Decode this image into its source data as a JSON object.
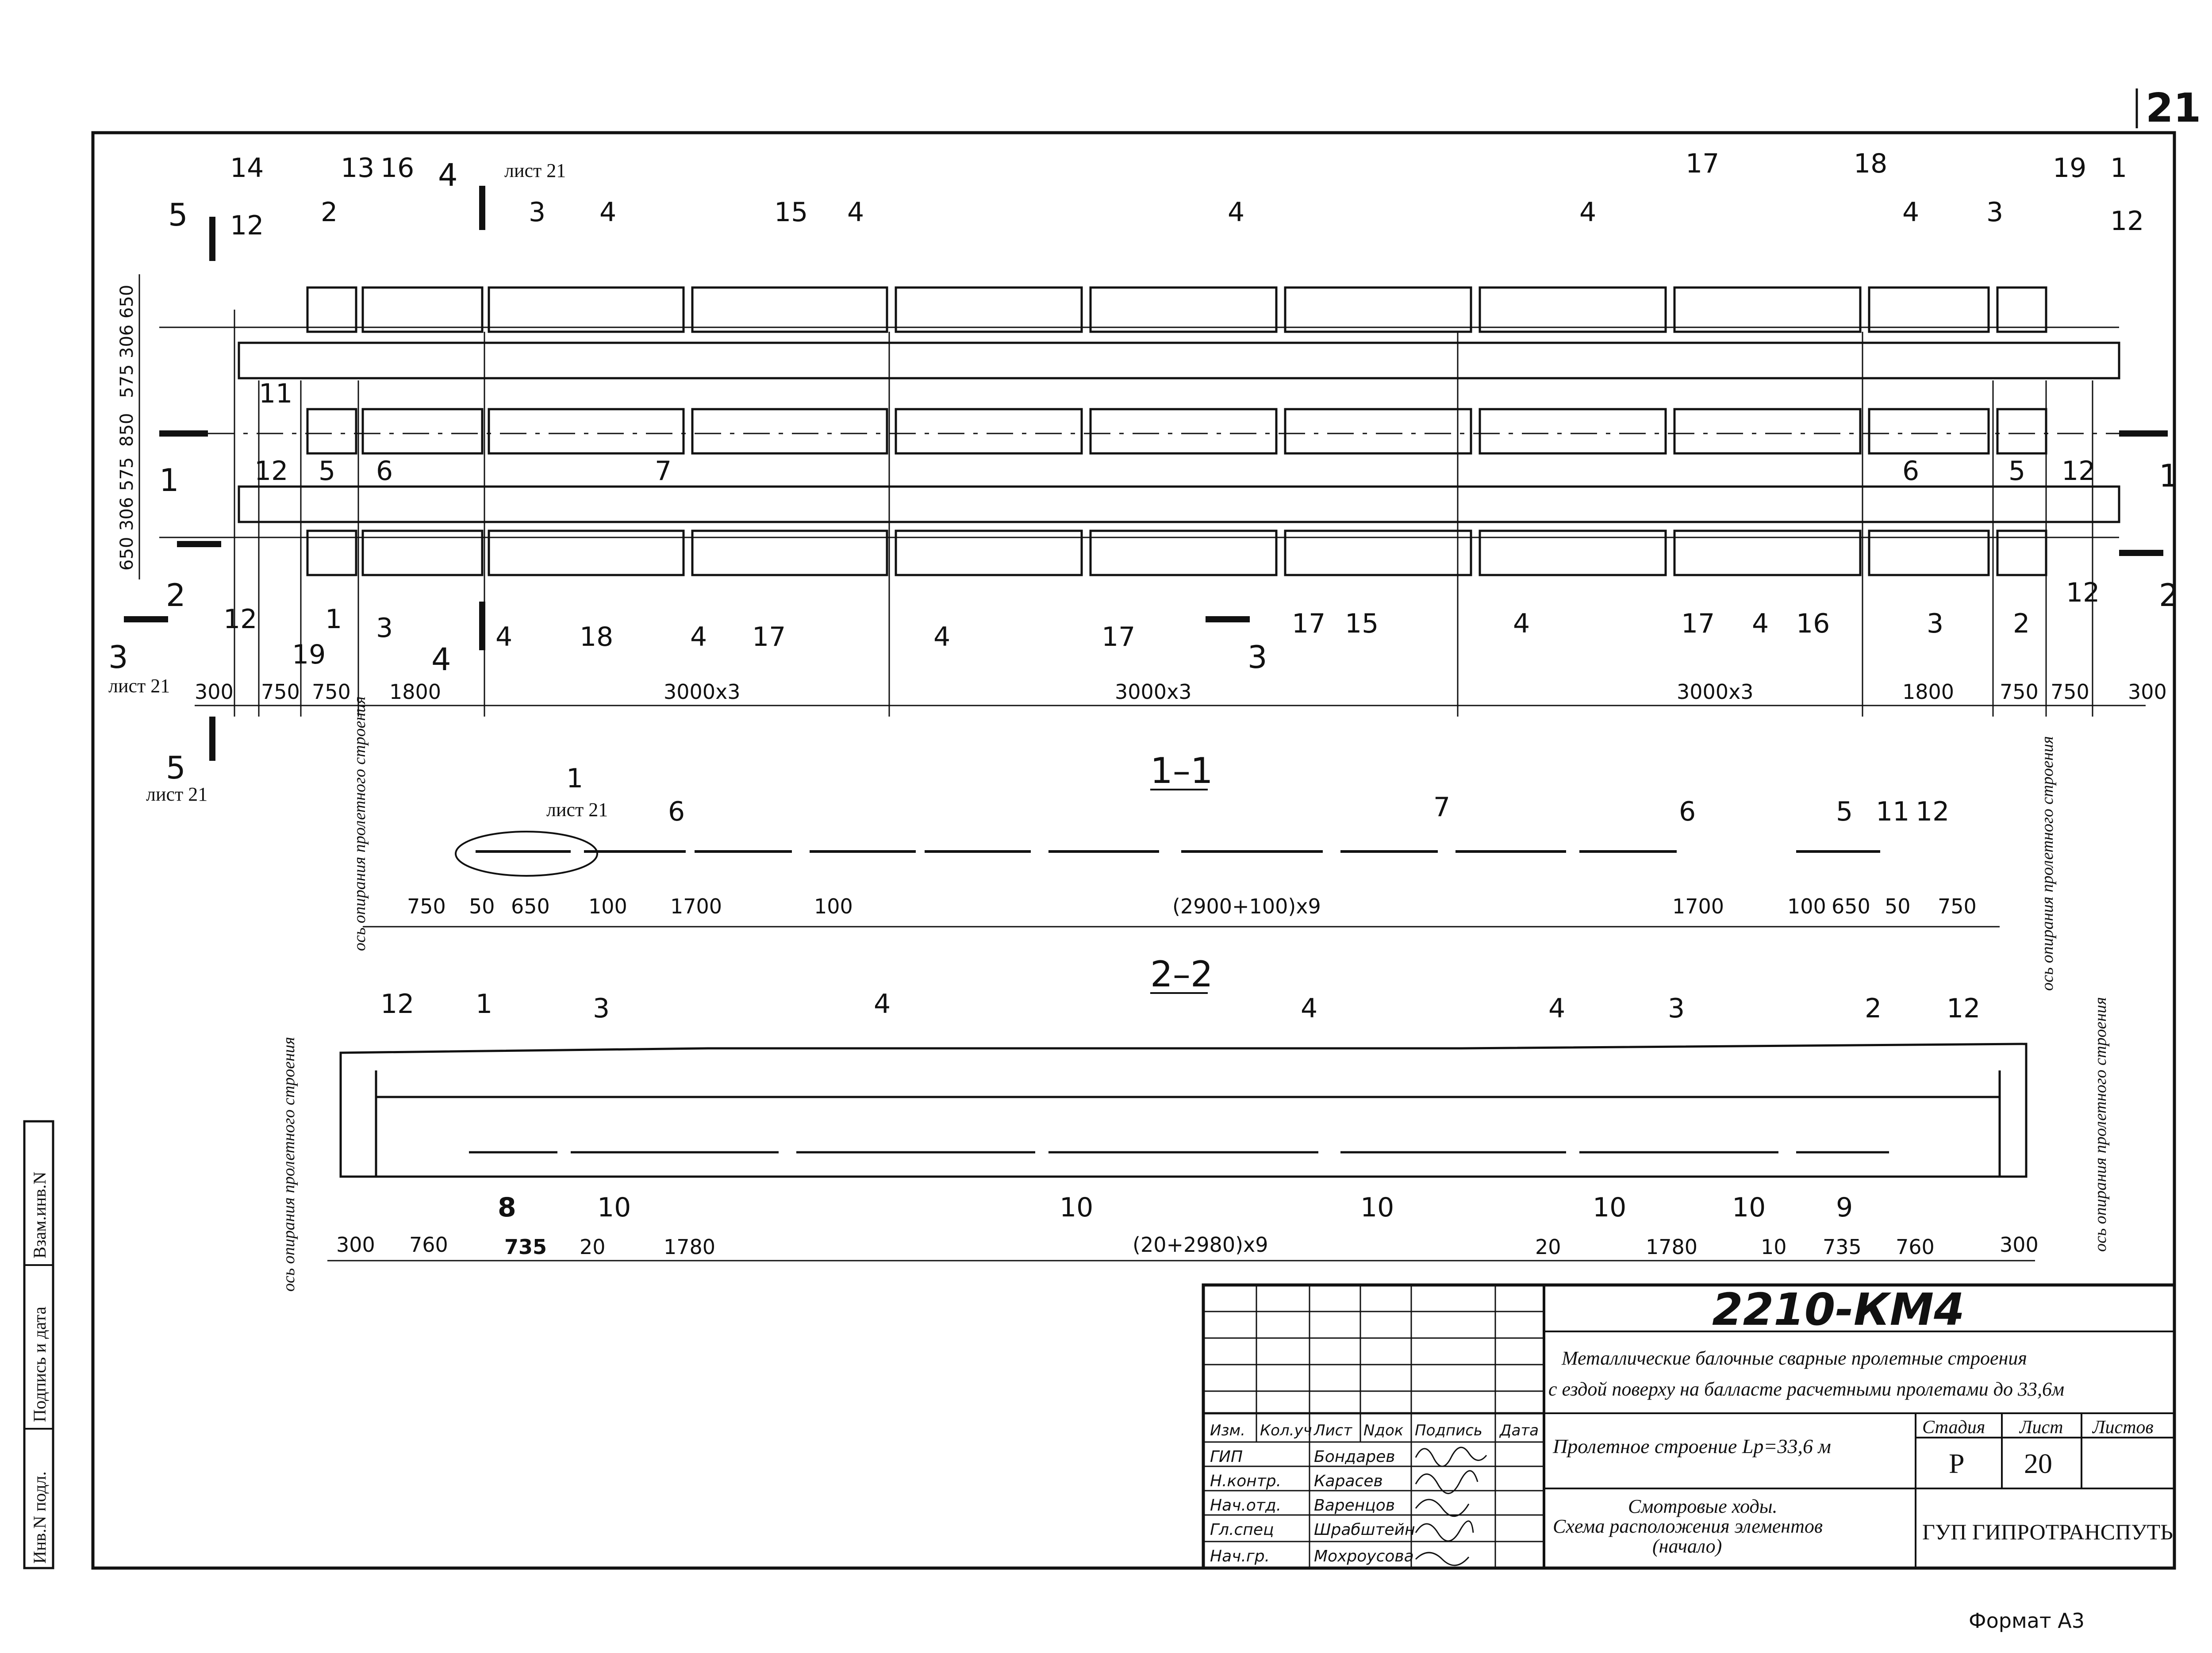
{
  "sheet_corner_number": "21",
  "format_label": "Формат А3",
  "plan": {
    "callouts_top": [
      "14",
      "13",
      "16",
      "2",
      "3",
      "4",
      "15",
      "4",
      "4",
      "17",
      "4",
      "18",
      "4",
      "3",
      "19",
      "1",
      "12"
    ],
    "callouts_middle": [
      "11",
      "12",
      "5",
      "6",
      "7",
      "6",
      "5",
      "12"
    ],
    "callouts_bottom": [
      "12",
      "1",
      "19",
      "3",
      "4",
      "18",
      "4",
      "17",
      "4",
      "17",
      "17",
      "15",
      "4",
      "17",
      "4",
      "16",
      "3",
      "2",
      "12"
    ],
    "section_marks": {
      "s1_left": "1",
      "s1_right": "1",
      "s2_left": "2",
      "s2_right": "2",
      "s3_left": "3",
      "s3_right": "3",
      "s4_top": "4",
      "s4_bottom": "4",
      "s5_top": "5",
      "s5_bottom": "5",
      "c12_left": "12",
      "sheet_ref": "лист 21"
    },
    "side_dims": [
      "650",
      "306",
      "575",
      "850",
      "575",
      "306",
      "650"
    ],
    "bottom_dims": [
      "300",
      "750",
      "750",
      "1800",
      "3000x3",
      "3000x3",
      "3000x3",
      "1800",
      "750",
      "750",
      "300"
    ]
  },
  "section_1_1": {
    "title": "1–1",
    "axis_label": "ось опирания пролетного строения",
    "callouts": [
      "1",
      "6",
      "7",
      "6",
      "5",
      "11",
      "12"
    ],
    "sheet_ref": "лист 21",
    "dims": [
      "750",
      "50",
      "650",
      "100",
      "1700",
      "100",
      "(2900+100)x9",
      "1700",
      "100",
      "650",
      "50",
      "750"
    ]
  },
  "section_2_2": {
    "title": "2–2",
    "axis_label": "ось опирания пролетного строения",
    "callouts_top": [
      "12",
      "1",
      "3",
      "4",
      "4",
      "4",
      "3",
      "2",
      "12"
    ],
    "callouts_bottom": [
      "8",
      "10",
      "10",
      "10",
      "10",
      "10",
      "9"
    ],
    "dims": [
      "300",
      "760",
      "735",
      "20",
      "1780",
      "(20+2980)x9",
      "20",
      "1780",
      "10",
      "735",
      "760",
      "300"
    ]
  },
  "side_stamp": [
    "Инв.N подл.",
    "Подпись и дата",
    "Взам.инв.N"
  ],
  "title_block": {
    "code": "2210-КМ4",
    "description_line1": "Металлические балочные сварные пролетные строения",
    "description_line2": "с ездой поверху на балласте расчетными пролетами до 33,6м",
    "object": "Пролетное строение Lp=33,6 м",
    "drawing_title": [
      "Смотровые ходы.",
      "Схема расположения элементов",
      "(начало)"
    ],
    "headers": [
      "Изм.",
      "Кол.уч",
      "Лист",
      "Nдок",
      "Подпись",
      "Дата"
    ],
    "roles": [
      "ГИП",
      "Н.контр.",
      "Нач.отд.",
      "Гл.спец",
      "Нач.гр."
    ],
    "names": [
      "Бондарев",
      "Карасев",
      "Варенцов",
      "Шрабштейн",
      "Мохроусова"
    ],
    "stage_header": "Стадия",
    "sheet_header": "Лист",
    "sheets_header": "Листов",
    "stage": "Р",
    "sheet": "20",
    "sheets": "",
    "organization": "ГУП ГИПРОТРАНСПУТЬ"
  }
}
